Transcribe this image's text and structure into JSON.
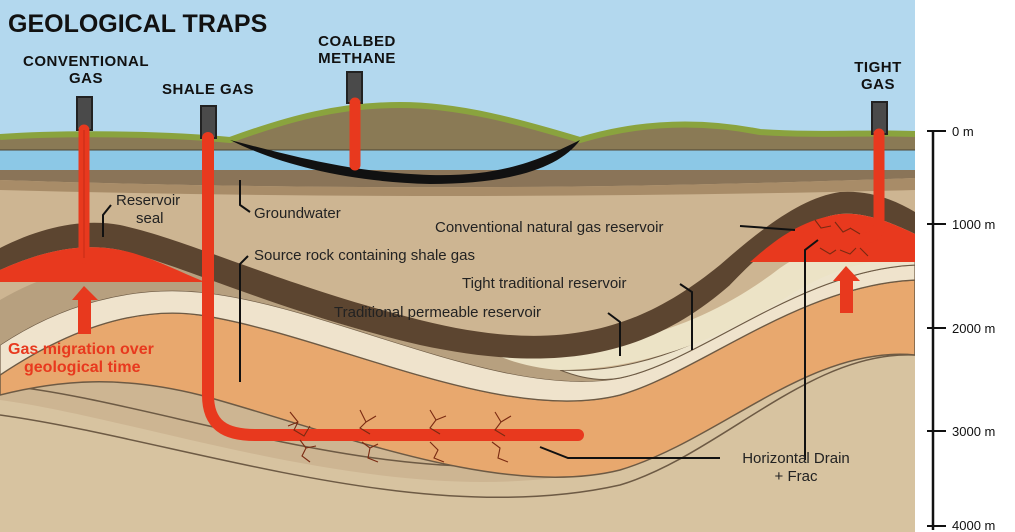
{
  "title": "GEOLOGICAL TRAPS",
  "wells": {
    "conventional": [
      "CONVENTIONAL",
      "GAS"
    ],
    "shale": "SHALE GAS",
    "coalbed": [
      "COALBED",
      "METHANE"
    ],
    "tight": [
      "TIGHT",
      "GAS"
    ]
  },
  "labels": {
    "reservoir_seal": [
      "Reservoir",
      "seal"
    ],
    "groundwater": "Groundwater",
    "source_rock": "Source rock containing shale gas",
    "conventional_reservoir": "Conventional natural gas reservoir",
    "tight_reservoir": "Tight traditional reservoir",
    "permeable_reservoir": "Traditional permeable reservoir",
    "migration": [
      "Gas migration over",
      "geological time"
    ],
    "horizontal_drain": [
      "Horizontal Drain",
      "+ Frac"
    ]
  },
  "depth_scale": [
    "0 m",
    "1000 m",
    "2000 m",
    "3000 m",
    "4000 m"
  ],
  "colors": {
    "sky": "#b3d8ee",
    "gas": "#e8391e",
    "seal": "#5c4530",
    "source_rock": "#e8a86e",
    "groundwater": "#8cc8e6"
  },
  "icons": [
    "arrow-up-icon"
  ]
}
